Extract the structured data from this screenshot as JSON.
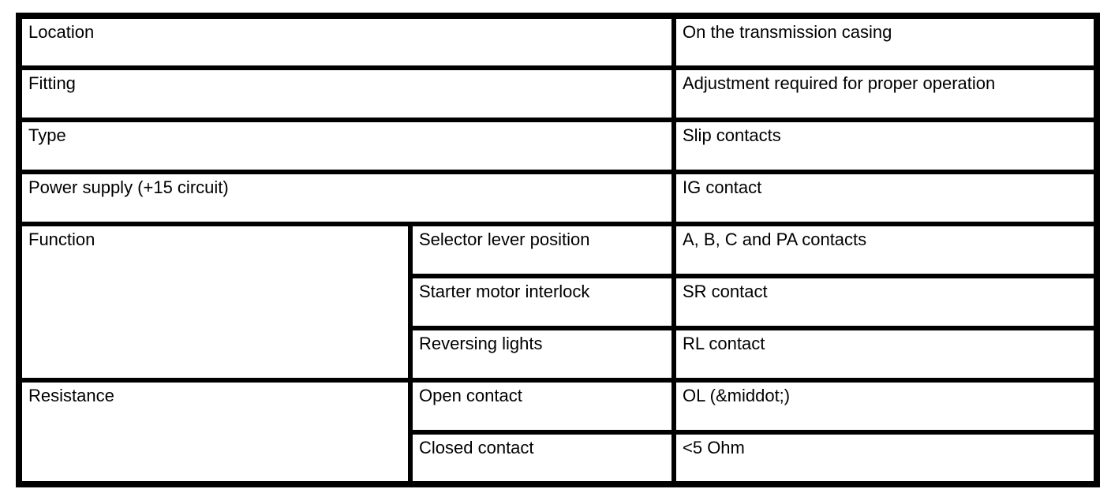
{
  "table": {
    "location": {
      "label": "Location",
      "value": "On the transmission casing"
    },
    "fitting": {
      "label": "Fitting",
      "value": "Adjustment required for proper operation"
    },
    "type": {
      "label": "Type",
      "value": "Slip contacts"
    },
    "power_supply": {
      "label": "Power supply (+15 circuit)",
      "value": "IG contact"
    },
    "function": {
      "label": "Function",
      "rows": [
        {
          "label": "Selector lever position",
          "value": "A, B, C and PA contacts"
        },
        {
          "label": "Starter motor interlock",
          "value": "SR contact"
        },
        {
          "label": "Reversing lights",
          "value": "RL contact"
        }
      ]
    },
    "resistance": {
      "label": "Resistance",
      "rows": [
        {
          "label": "Open contact",
          "value": "OL (&middot;)"
        },
        {
          "label": "Closed contact",
          "value": "<5 Ohm"
        }
      ]
    }
  }
}
